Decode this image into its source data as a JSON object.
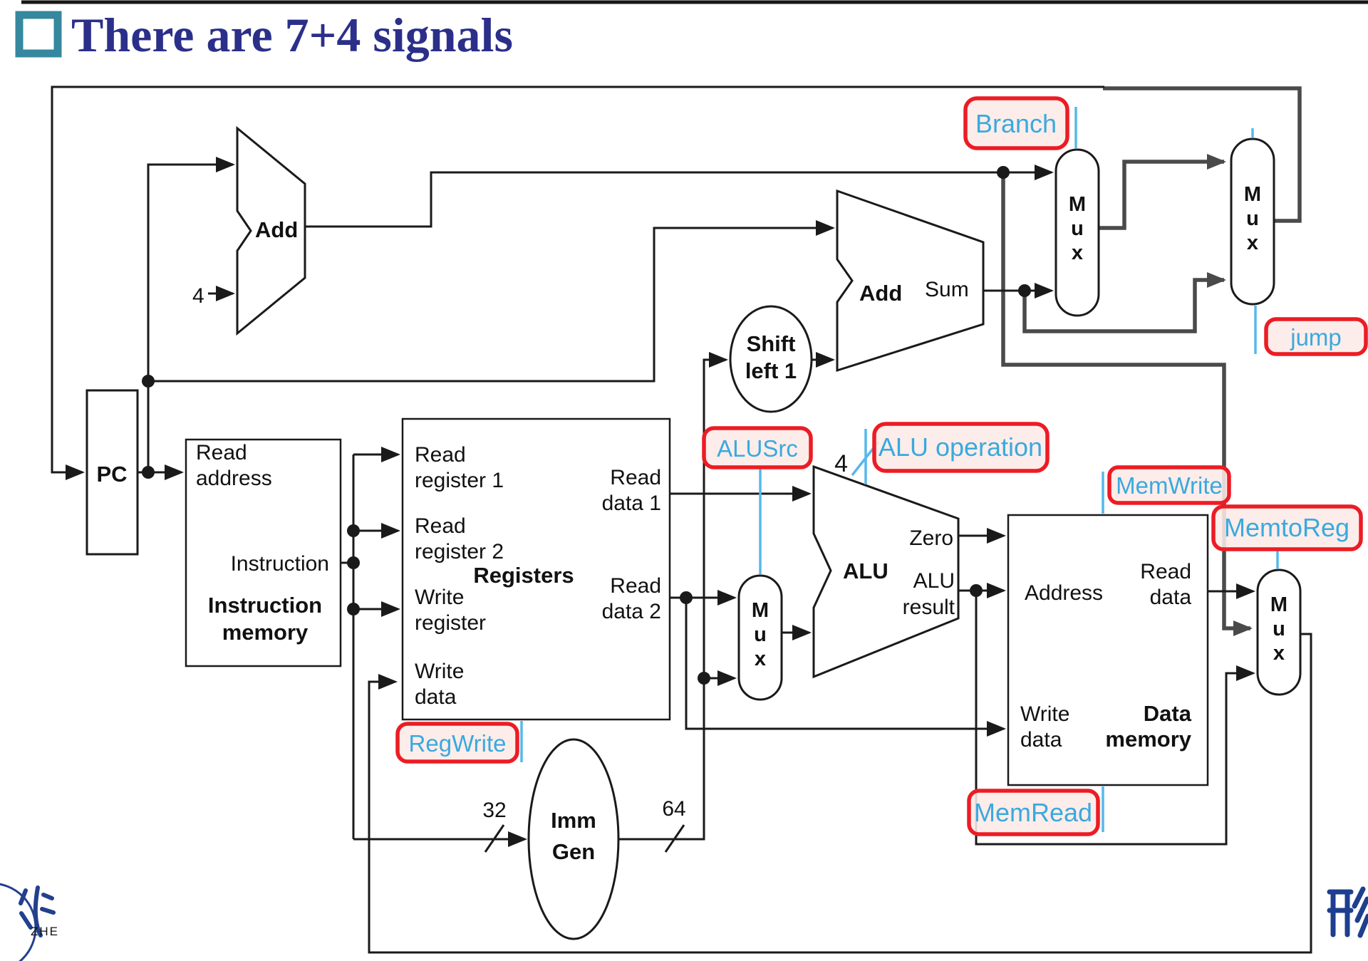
{
  "title": {
    "text": "There are 7+4 signals"
  },
  "mux_label": [
    "M",
    "u",
    "x"
  ],
  "constants": {
    "pc_increment": "4",
    "imm_in_width": "32",
    "imm_out_width": "64",
    "alu_op_width": "4"
  },
  "blocks": {
    "pc": {
      "label": "PC"
    },
    "instruction_memory": {
      "read_address": [
        "Read",
        "address"
      ],
      "instruction": "Instruction",
      "name": [
        "Instruction",
        "memory"
      ]
    },
    "registers": {
      "read_register_1": [
        "Read",
        "register 1"
      ],
      "read_register_2": [
        "Read",
        "register 2"
      ],
      "write_register": [
        "Write",
        "register"
      ],
      "write_data": [
        "Write",
        "data"
      ],
      "read_data_1": [
        "Read",
        "data 1"
      ],
      "read_data_2": [
        "Read",
        "data 2"
      ],
      "name": "Registers"
    },
    "imm_gen": {
      "name": [
        "Imm",
        "Gen"
      ]
    },
    "shift_left_1": {
      "name": [
        "Shift",
        "left 1"
      ]
    },
    "add_pc4": {
      "label": "Add"
    },
    "add_branch": {
      "label": "Add",
      "output": "Sum"
    },
    "alu": {
      "label": "ALU",
      "zero": "Zero",
      "result": [
        "ALU",
        "result"
      ]
    },
    "data_memory": {
      "address": "Address",
      "read_data": [
        "Read",
        "data"
      ],
      "write_data": [
        "Write",
        "data"
      ],
      "name": [
        "Data",
        "memory"
      ]
    }
  },
  "control_signals": {
    "branch": "Branch",
    "jump": "jump",
    "alu_src": "ALUSrc",
    "alu_operation": "ALU operation",
    "mem_write": "MemWrite",
    "mem_to_reg": "MemtoReg",
    "reg_write": "RegWrite",
    "mem_read": "MemRead"
  },
  "colors": {
    "signal_box_border": "#ec1c24",
    "signal_text": "#3aa9de",
    "signal_box_fill": "#fceae7",
    "wire_black": "#1a1a1a",
    "wire_gray": "#4a4a4a",
    "control_tick_blue": "#56b8ea",
    "title_text": "#2b2f8a",
    "title_bullet": "#35889e",
    "logo_navy": "#23408e"
  },
  "footer": {
    "logo_caption": "ZHE"
  }
}
